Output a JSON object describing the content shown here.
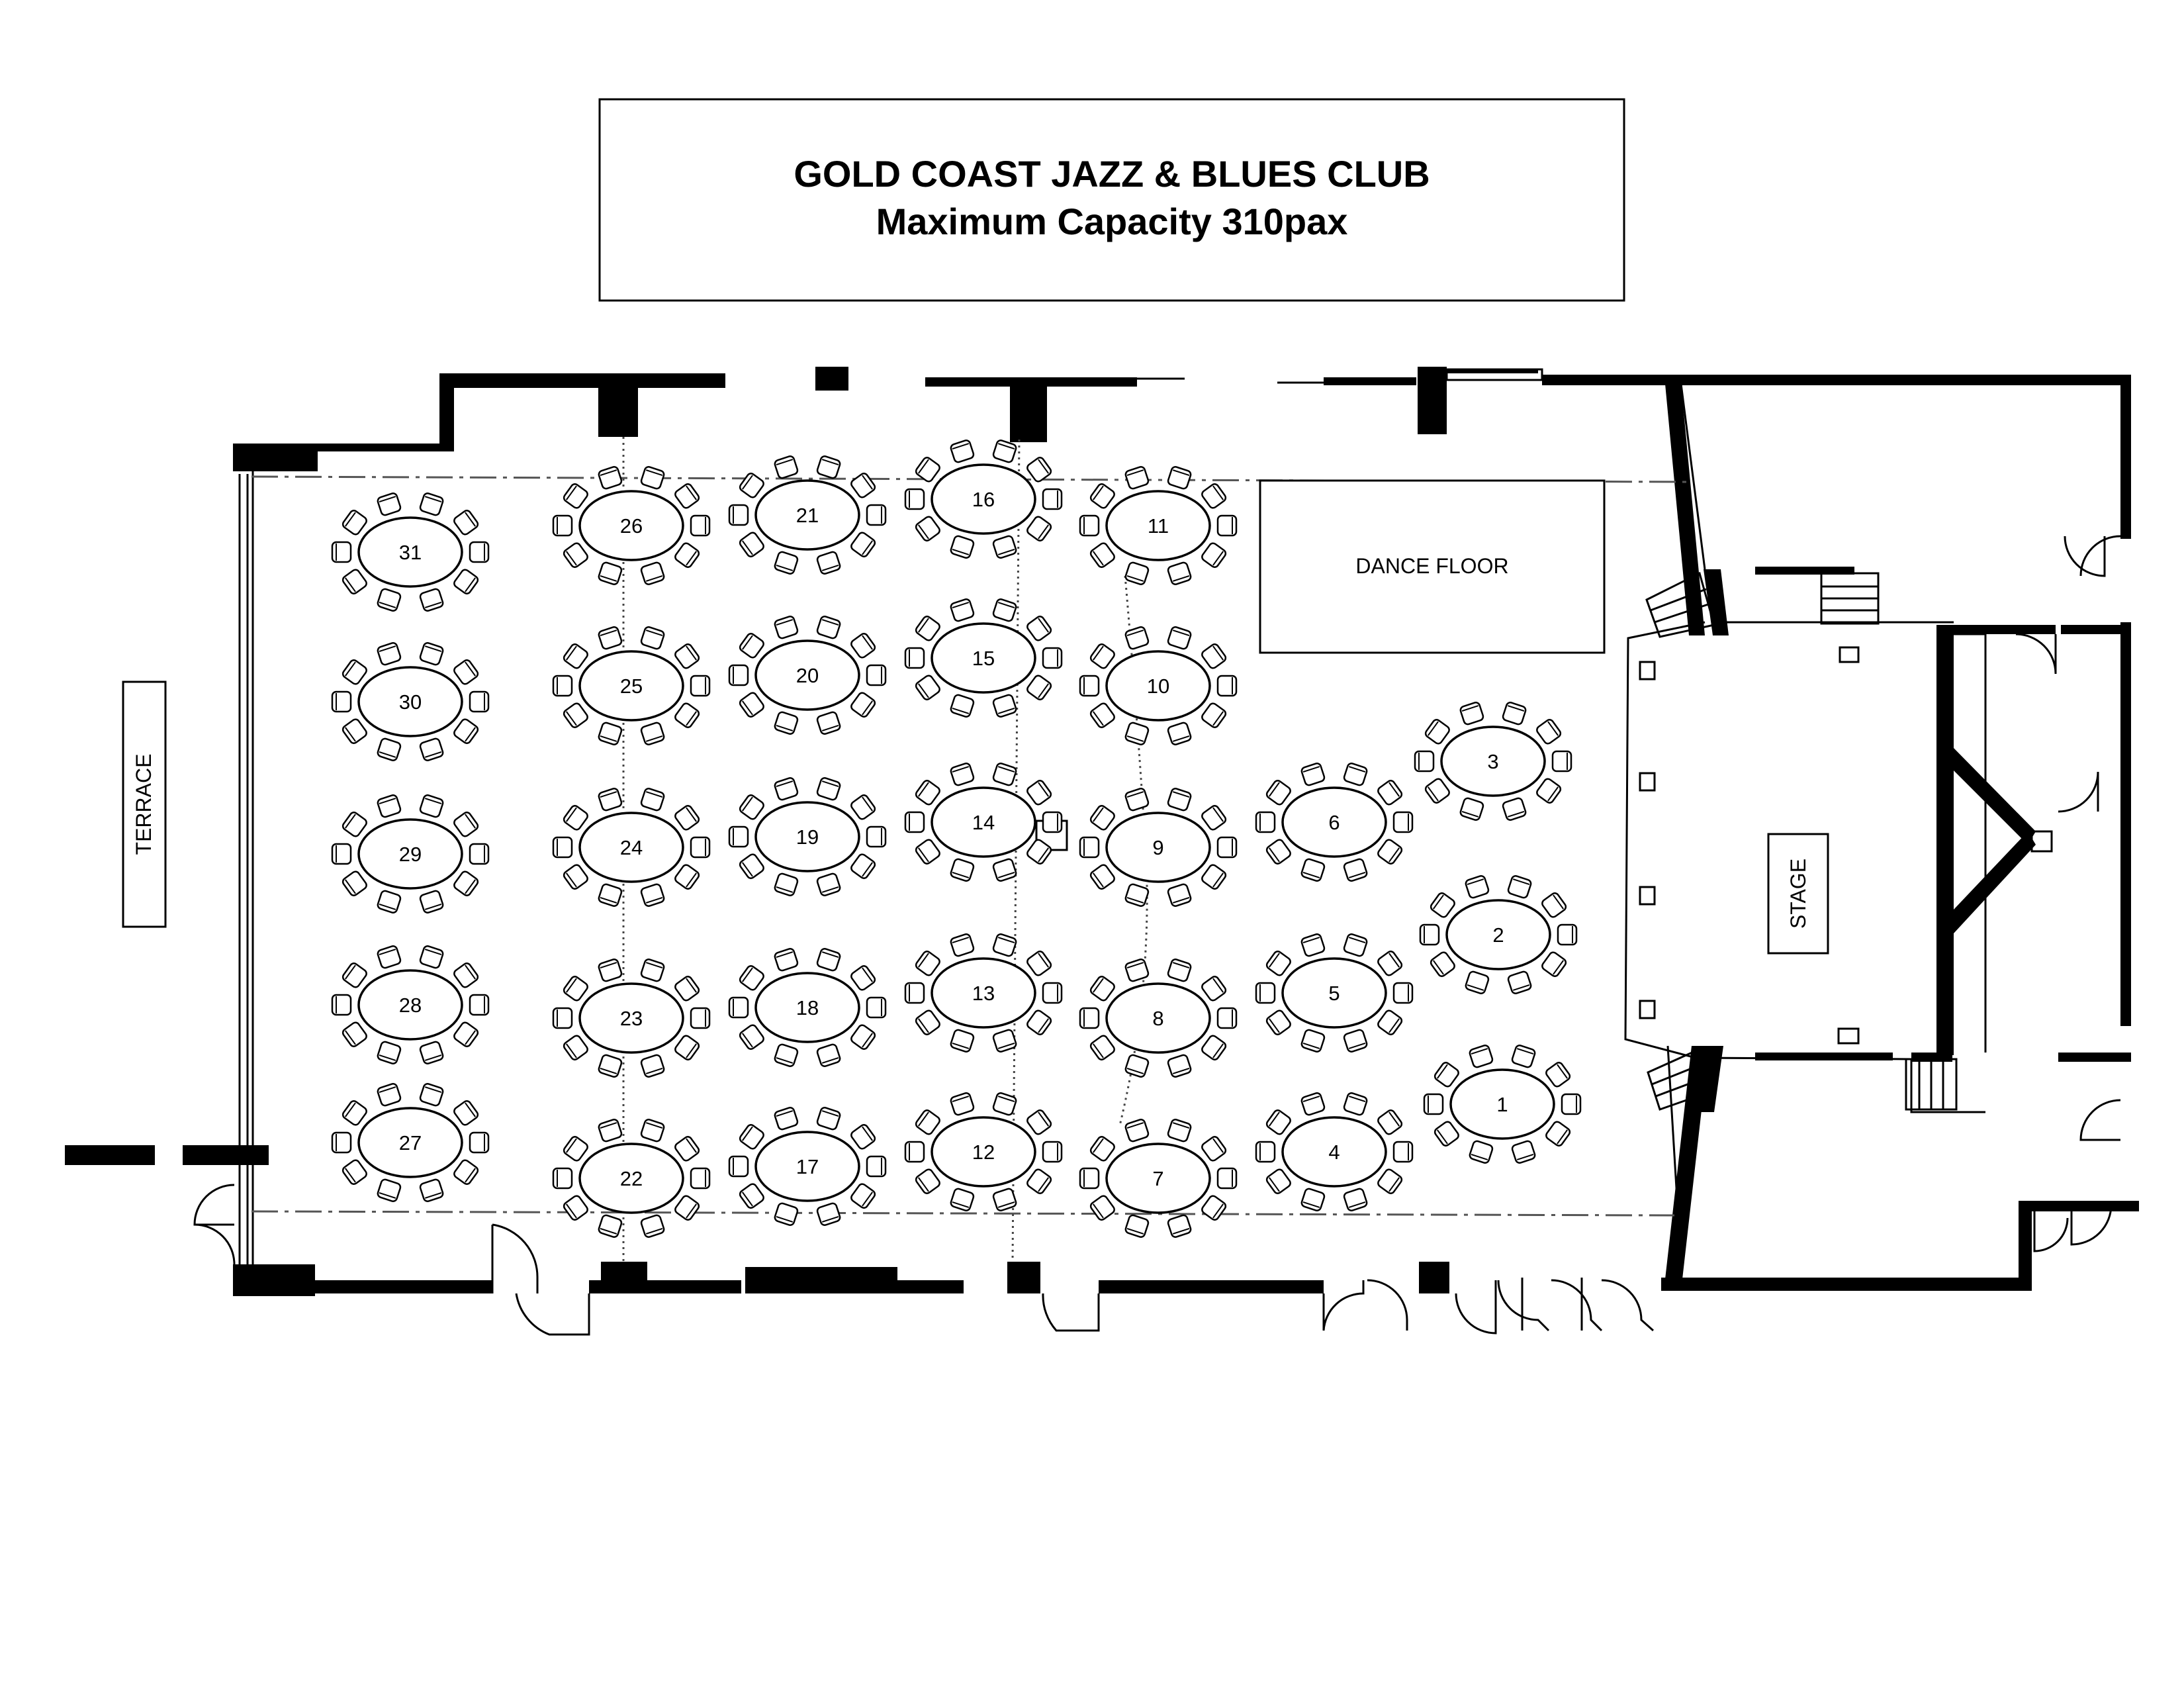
{
  "header": {
    "title": "GOLD COAST JAZZ & BLUES CLUB",
    "subtitle": "Maximum Capacity 310pax"
  },
  "areas": {
    "dance_floor": "DANCE FLOOR",
    "stage": "STAGE",
    "terrace": "TERRACE"
  },
  "tables": [
    {
      "number": "1",
      "chairs": 10
    },
    {
      "number": "2",
      "chairs": 10
    },
    {
      "number": "3",
      "chairs": 10
    },
    {
      "number": "4",
      "chairs": 10
    },
    {
      "number": "5",
      "chairs": 10
    },
    {
      "number": "6",
      "chairs": 10
    },
    {
      "number": "7",
      "chairs": 10
    },
    {
      "number": "8",
      "chairs": 10
    },
    {
      "number": "9",
      "chairs": 10
    },
    {
      "number": "10",
      "chairs": 10
    },
    {
      "number": "11",
      "chairs": 10
    },
    {
      "number": "12",
      "chairs": 10
    },
    {
      "number": "13",
      "chairs": 10
    },
    {
      "number": "14",
      "chairs": 10
    },
    {
      "number": "15",
      "chairs": 10
    },
    {
      "number": "16",
      "chairs": 10
    },
    {
      "number": "17",
      "chairs": 10
    },
    {
      "number": "18",
      "chairs": 10
    },
    {
      "number": "19",
      "chairs": 10
    },
    {
      "number": "20",
      "chairs": 10
    },
    {
      "number": "21",
      "chairs": 10
    },
    {
      "number": "22",
      "chairs": 10
    },
    {
      "number": "23",
      "chairs": 10
    },
    {
      "number": "24",
      "chairs": 10
    },
    {
      "number": "25",
      "chairs": 10
    },
    {
      "number": "26",
      "chairs": 10
    },
    {
      "number": "27",
      "chairs": 10
    },
    {
      "number": "28",
      "chairs": 10
    },
    {
      "number": "29",
      "chairs": 10
    },
    {
      "number": "30",
      "chairs": 10
    },
    {
      "number": "31",
      "chairs": 10
    }
  ]
}
